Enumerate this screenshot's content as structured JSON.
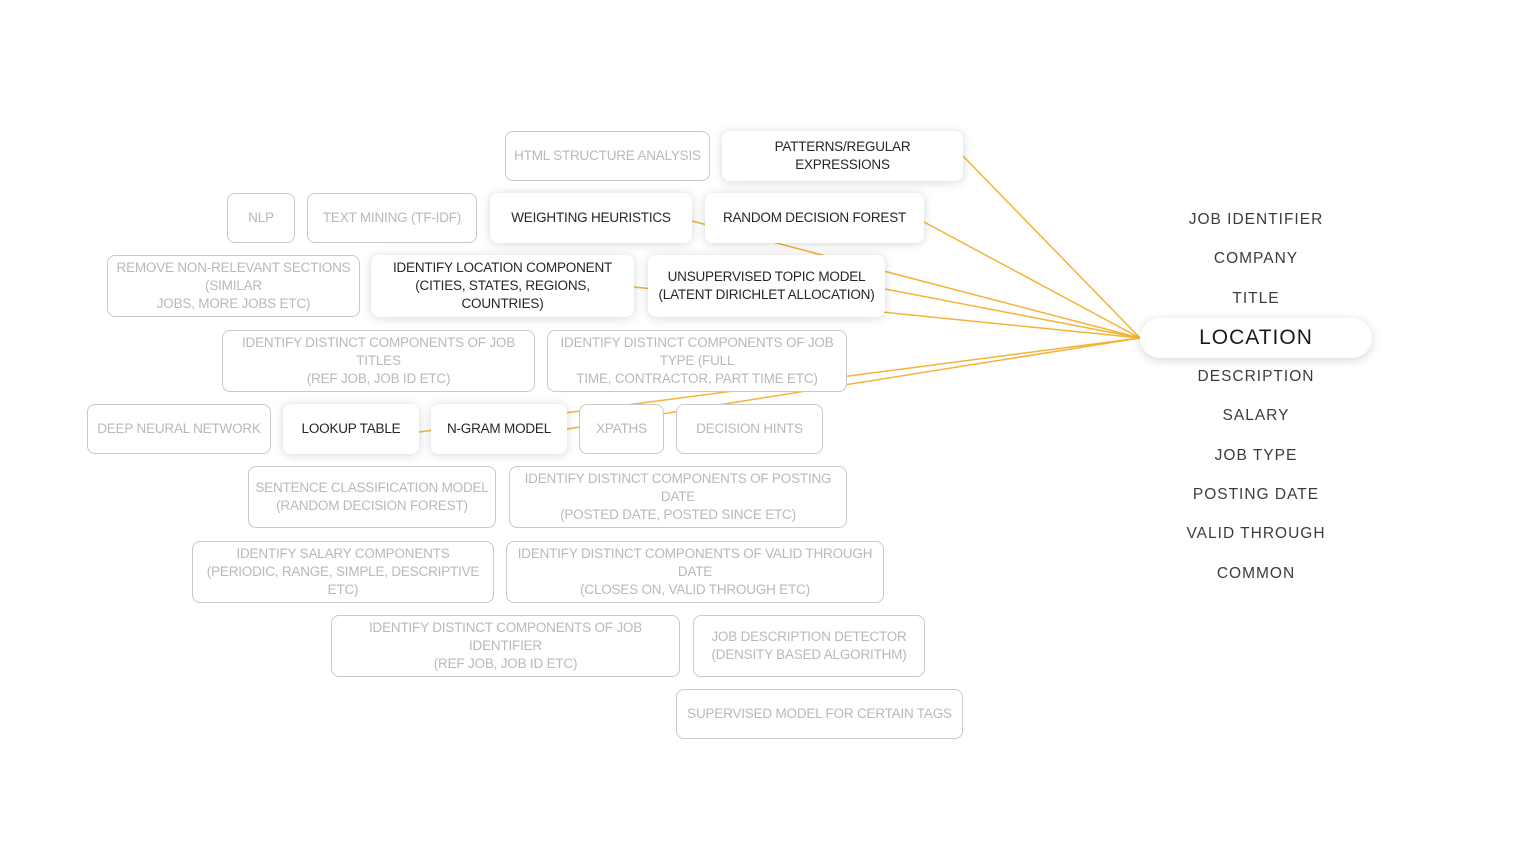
{
  "accent_color": "#f5b335",
  "selected_field": "LOCATION",
  "fields": [
    {
      "label": "JOB IDENTIFIER",
      "selected": false
    },
    {
      "label": "COMPANY",
      "selected": false
    },
    {
      "label": "TITLE",
      "selected": false
    },
    {
      "label": "LOCATION",
      "selected": true
    },
    {
      "label": "DESCRIPTION",
      "selected": false
    },
    {
      "label": "SALARY",
      "selected": false
    },
    {
      "label": "JOB TYPE",
      "selected": false
    },
    {
      "label": "POSTING DATE",
      "selected": false
    },
    {
      "label": "VALID THROUGH",
      "selected": false
    },
    {
      "label": "COMMON",
      "selected": false
    }
  ],
  "techniques": [
    {
      "id": "html-structure-analysis",
      "label": "HTML STRUCTURE ANALYSIS",
      "active": false
    },
    {
      "id": "patterns-regular-expressions",
      "label": "PATTERNS/REGULAR EXPRESSIONS",
      "active": true
    },
    {
      "id": "nlp",
      "label": "NLP",
      "active": false
    },
    {
      "id": "text-mining",
      "label": "TEXT MINING (TF-IDF)",
      "active": false
    },
    {
      "id": "weighting-heuristics",
      "label": "WEIGHTING HEURISTICS",
      "active": true
    },
    {
      "id": "random-decision-forest",
      "label": "RANDOM DECISION FOREST",
      "active": true
    },
    {
      "id": "remove-non-relevant-sections",
      "label": "REMOVE NON-RELEVANT SECTIONS (SIMILAR\nJOBS, MORE JOBS ETC)",
      "active": false
    },
    {
      "id": "identify-location-component",
      "label": "IDENTIFY LOCATION COMPONENT\n(CITIES, STATES, REGIONS, COUNTRIES)",
      "active": true
    },
    {
      "id": "unsupervised-topic-model",
      "label": "UNSUPERVISED TOPIC MODEL\n(LATENT DIRICHLET ALLOCATION)",
      "active": true
    },
    {
      "id": "identify-job-title-components",
      "label": "IDENTIFY DISTINCT COMPONENTS OF JOB TITLES\n(REF JOB, JOB ID ETC)",
      "active": false
    },
    {
      "id": "identify-job-type-components",
      "label": "IDENTIFY DISTINCT COMPONENTS OF JOB TYPE (FULL\nTIME, CONTRACTOR, PART TIME ETC)",
      "active": false
    },
    {
      "id": "deep-neural-network",
      "label": "DEEP NEURAL NETWORK",
      "active": false
    },
    {
      "id": "lookup-table",
      "label": "LOOKUP TABLE",
      "active": true
    },
    {
      "id": "n-gram-model",
      "label": "N-GRAM MODEL",
      "active": true
    },
    {
      "id": "xpaths",
      "label": "XPATHS",
      "active": false
    },
    {
      "id": "decision-hints",
      "label": "DECISION HINTS",
      "active": false
    },
    {
      "id": "sentence-classification-model",
      "label": "SENTENCE CLASSIFICATION MODEL\n(RANDOM DECISION FOREST)",
      "active": false
    },
    {
      "id": "identify-posting-date-components",
      "label": "IDENTIFY DISTINCT COMPONENTS OF POSTING DATE\n(POSTED DATE, POSTED SINCE ETC)",
      "active": false
    },
    {
      "id": "identify-salary-components",
      "label": "IDENTIFY SALARY COMPONENTS\n(PERIODIC, RANGE, SIMPLE, DESCRIPTIVE ETC)",
      "active": false
    },
    {
      "id": "identify-valid-through-components",
      "label": "IDENTIFY DISTINCT COMPONENTS OF VALID THROUGH DATE\n(CLOSES ON, VALID THROUGH ETC)",
      "active": false
    },
    {
      "id": "identify-job-identifier-components",
      "label": "IDENTIFY DISTINCT COMPONENTS OF JOB IDENTIFIER\n(REF JOB, JOB ID ETC)",
      "active": false
    },
    {
      "id": "job-description-detector",
      "label": "JOB DESCRIPTION DETECTOR\n(DENSITY BASED ALGORITHM)",
      "active": false
    },
    {
      "id": "supervised-model-certain-tags",
      "label": "SUPERVISED MODEL FOR CERTAIN TAGS",
      "active": false
    }
  ]
}
